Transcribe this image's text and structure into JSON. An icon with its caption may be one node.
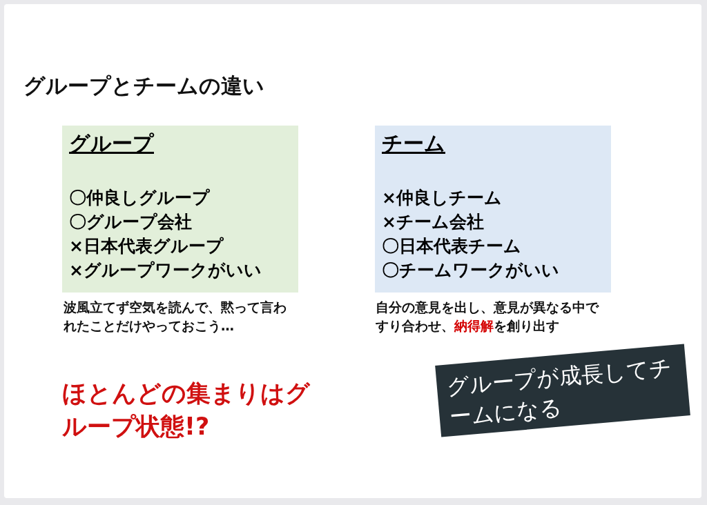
{
  "diagram": {
    "title": "グループとチームの違い",
    "nodes": [
      {
        "text": [
          "グループ",
          "〇仲良しグループ",
          "〇グループ会社",
          "×日本代表グループ",
          "×グループワークがいい"
        ]
      },
      {
        "text": [
          "チーム",
          "×仲良しチーム",
          "×チーム会社",
          "〇日本代表チーム",
          "〇チームワークがいい"
        ]
      },
      {
        "text": [
          "グループが成長してチームになる"
        ]
      }
    ],
    "edges": [],
    "labels": [
      "波風立てず空気を読んで、黙って言われたことだけやっておこう…",
      "自分の意見を出し、意見が異なる中ですり合わせ、**納得解**を創り出す",
      "ほとんどの集まりはグループ状態!?"
    ]
  }
}
